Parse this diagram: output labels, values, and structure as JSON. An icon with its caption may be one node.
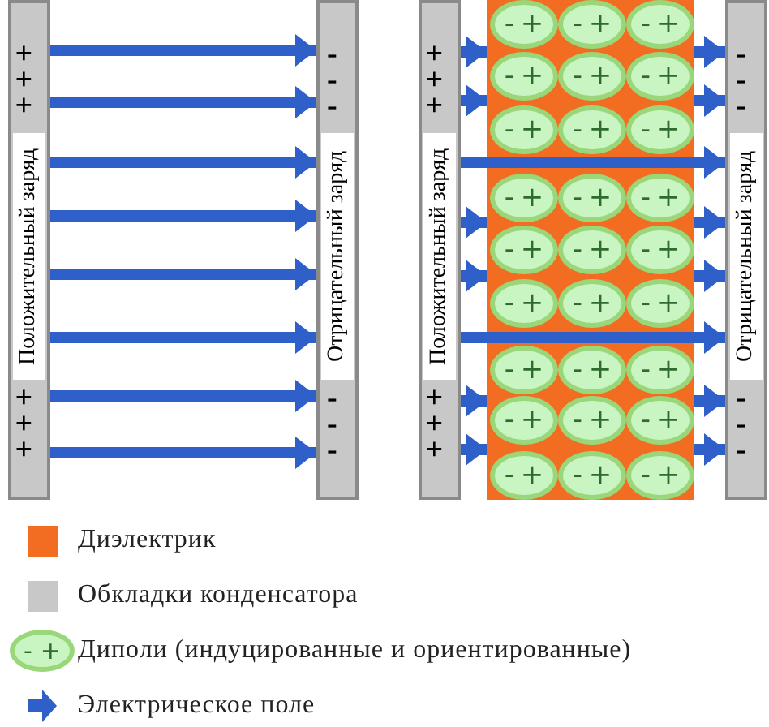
{
  "diagram": {
    "nodes": [
      {
        "text": [
          "+ + +",
          "Положительный заряд",
          "+ + +"
        ]
      },
      {
        "text": [
          "- - -",
          "Отрицательный заряд",
          "- - -"
        ]
      },
      {
        "text": [
          "+ + +",
          "Положительный заряд",
          "+ + +"
        ]
      },
      {
        "text": [],
        "shape": "box"
      },
      {
        "text": [
          "-",
          "+"
        ],
        "in": 3
      },
      {
        "text": [
          "-",
          "+"
        ],
        "in": 3
      },
      {
        "text": [
          "-",
          "+"
        ],
        "in": 3
      },
      {
        "text": [
          "-",
          "+"
        ],
        "in": 3
      },
      {
        "text": [
          "-",
          "+"
        ],
        "in": 3
      },
      {
        "text": [
          "-",
          "+"
        ],
        "in": 3
      },
      {
        "text": [
          "-",
          "+"
        ],
        "in": 3
      },
      {
        "text": [
          "-",
          "+"
        ],
        "in": 3
      },
      {
        "text": [
          "-",
          "+"
        ],
        "in": 3
      },
      {
        "text": [
          "-",
          "+"
        ],
        "in": 3
      },
      {
        "text": [
          "-",
          "+"
        ],
        "in": 3
      },
      {
        "text": [
          "-",
          "+"
        ],
        "in": 3
      },
      {
        "text": [
          "-",
          "+"
        ],
        "in": 3
      },
      {
        "text": [
          "-",
          "+"
        ],
        "in": 3
      },
      {
        "text": [
          "-",
          "+"
        ],
        "in": 3
      },
      {
        "text": [
          "-",
          "+"
        ],
        "in": 3
      },
      {
        "text": [
          "-",
          "+"
        ],
        "in": 3
      },
      {
        "text": [
          "-",
          "+"
        ],
        "in": 3
      },
      {
        "text": [
          "-",
          "+"
        ],
        "in": 3
      },
      {
        "text": [
          "-",
          "+"
        ],
        "in": 3
      },
      {
        "text": [
          "-",
          "+"
        ],
        "in": 3
      },
      {
        "text": [
          "-",
          "+"
        ],
        "in": 3
      },
      {
        "text": [
          "-",
          "+"
        ],
        "in": 3
      },
      {
        "text": [
          "-",
          "+"
        ],
        "in": 3
      },
      {
        "text": [
          "-",
          "+"
        ],
        "in": 3
      },
      {
        "text": [
          "-",
          "+"
        ],
        "in": 3
      },
      {
        "text": [
          "-",
          "+"
        ],
        "in": 3
      },
      {
        "text": [
          "- - -",
          "Отрицательный заряд",
          "- - -"
        ]
      }
    ],
    "edges": [
      {
        "from": 0,
        "to": 1,
        "arrow": "to"
      },
      {
        "from": 0,
        "to": 1,
        "arrow": "to"
      },
      {
        "from": 0,
        "to": 1,
        "arrow": "to"
      },
      {
        "from": 0,
        "to": 1,
        "arrow": "to"
      },
      {
        "from": 0,
        "to": 1,
        "arrow": "to"
      },
      {
        "from": 0,
        "to": 1,
        "arrow": "to"
      },
      {
        "from": 0,
        "to": 1,
        "arrow": "to"
      },
      {
        "from": 0,
        "to": 1,
        "arrow": "to"
      },
      {
        "from": 2,
        "to": 3,
        "arrow": "to"
      },
      {
        "from": 3,
        "to": 31,
        "arrow": "to"
      },
      {
        "from": 2,
        "to": 3,
        "arrow": "to"
      },
      {
        "from": 3,
        "to": 31,
        "arrow": "to"
      },
      {
        "from": 2,
        "to": 31,
        "arrow": "to"
      },
      {
        "from": 2,
        "to": 3,
        "arrow": "to"
      },
      {
        "from": 3,
        "to": 31,
        "arrow": "to"
      },
      {
        "from": 2,
        "to": 3,
        "arrow": "to"
      },
      {
        "from": 3,
        "to": 31,
        "arrow": "to"
      },
      {
        "from": 2,
        "to": 31,
        "arrow": "to"
      },
      {
        "from": 2,
        "to": 3,
        "arrow": "to"
      },
      {
        "from": 3,
        "to": 31,
        "arrow": "to"
      },
      {
        "from": 2,
        "to": 3,
        "arrow": "to"
      },
      {
        "from": 3,
        "to": 31,
        "arrow": "to"
      }
    ],
    "labels": [
      "-",
      "+"
    ],
    "legend": [
      {
        "text": "Диэлектрик",
        "color": "#f26d21"
      },
      {
        "text": "Обкладки конденсатора",
        "color": "#c8c8c8"
      },
      {
        "text": "Диполи (индуцированные и ориентированные)"
      },
      {
        "text": "Электрическое поле"
      }
    ]
  }
}
